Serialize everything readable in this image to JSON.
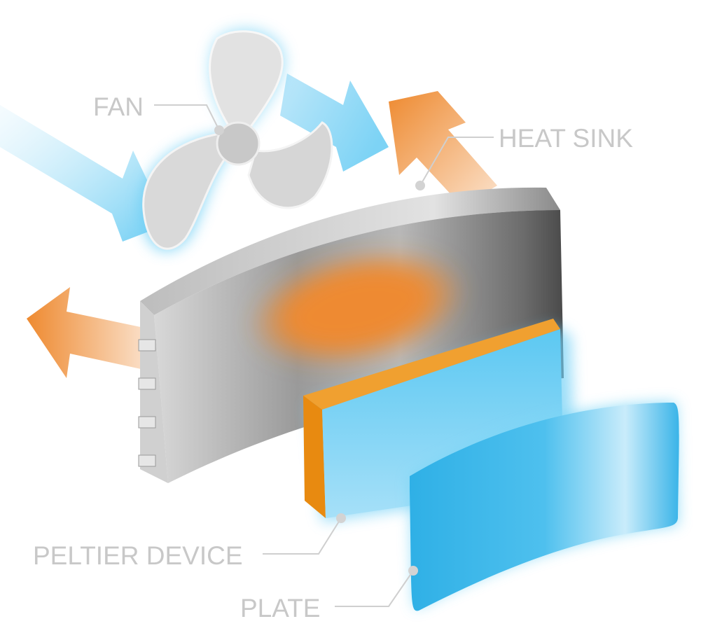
{
  "labels": {
    "fan": "FAN",
    "heat_sink": "HEAT SINK",
    "peltier_device": "PELTIER DEVICE",
    "plate": "PLATE"
  },
  "colors": {
    "label": "#c8c8c8",
    "hot": "#ee8a30",
    "cold": "#3bb8ea",
    "metal": "#8a8a8a"
  }
}
